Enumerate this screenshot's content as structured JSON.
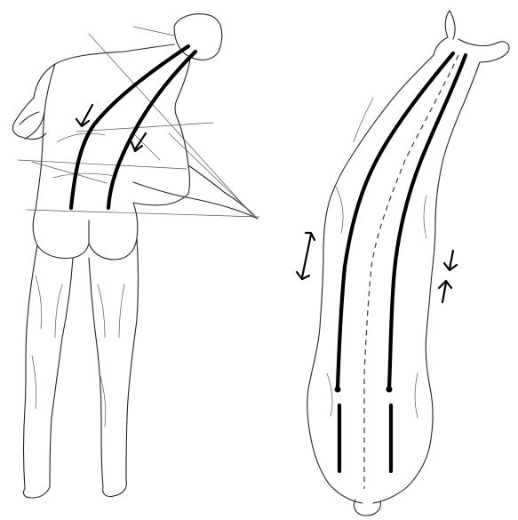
{
  "figure": {
    "panels": [
      {
        "name": "human-figure-bending",
        "description_icon": "human-back-sketch"
      },
      {
        "name": "animal-top-view",
        "description_icon": "quadruped-back-sketch"
      }
    ]
  }
}
